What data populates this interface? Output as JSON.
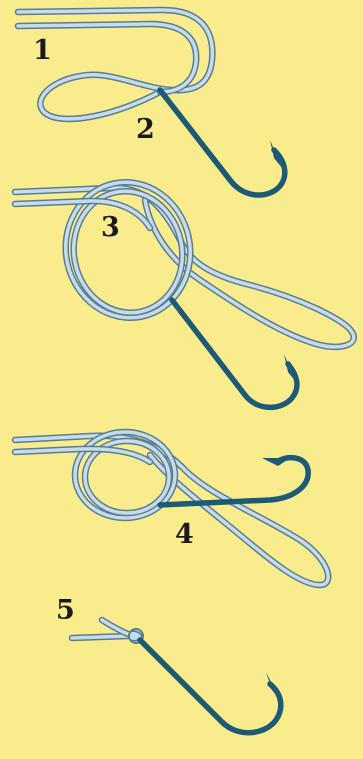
{
  "steps": [
    {
      "label": "1"
    },
    {
      "label": "2"
    },
    {
      "label": "3"
    },
    {
      "label": "4"
    },
    {
      "label": "5"
    }
  ],
  "colors": {
    "background": "#f9ec8c",
    "line": "#c6dde9",
    "line_outline": "#5a7c94",
    "hook": "#1d5a77"
  }
}
